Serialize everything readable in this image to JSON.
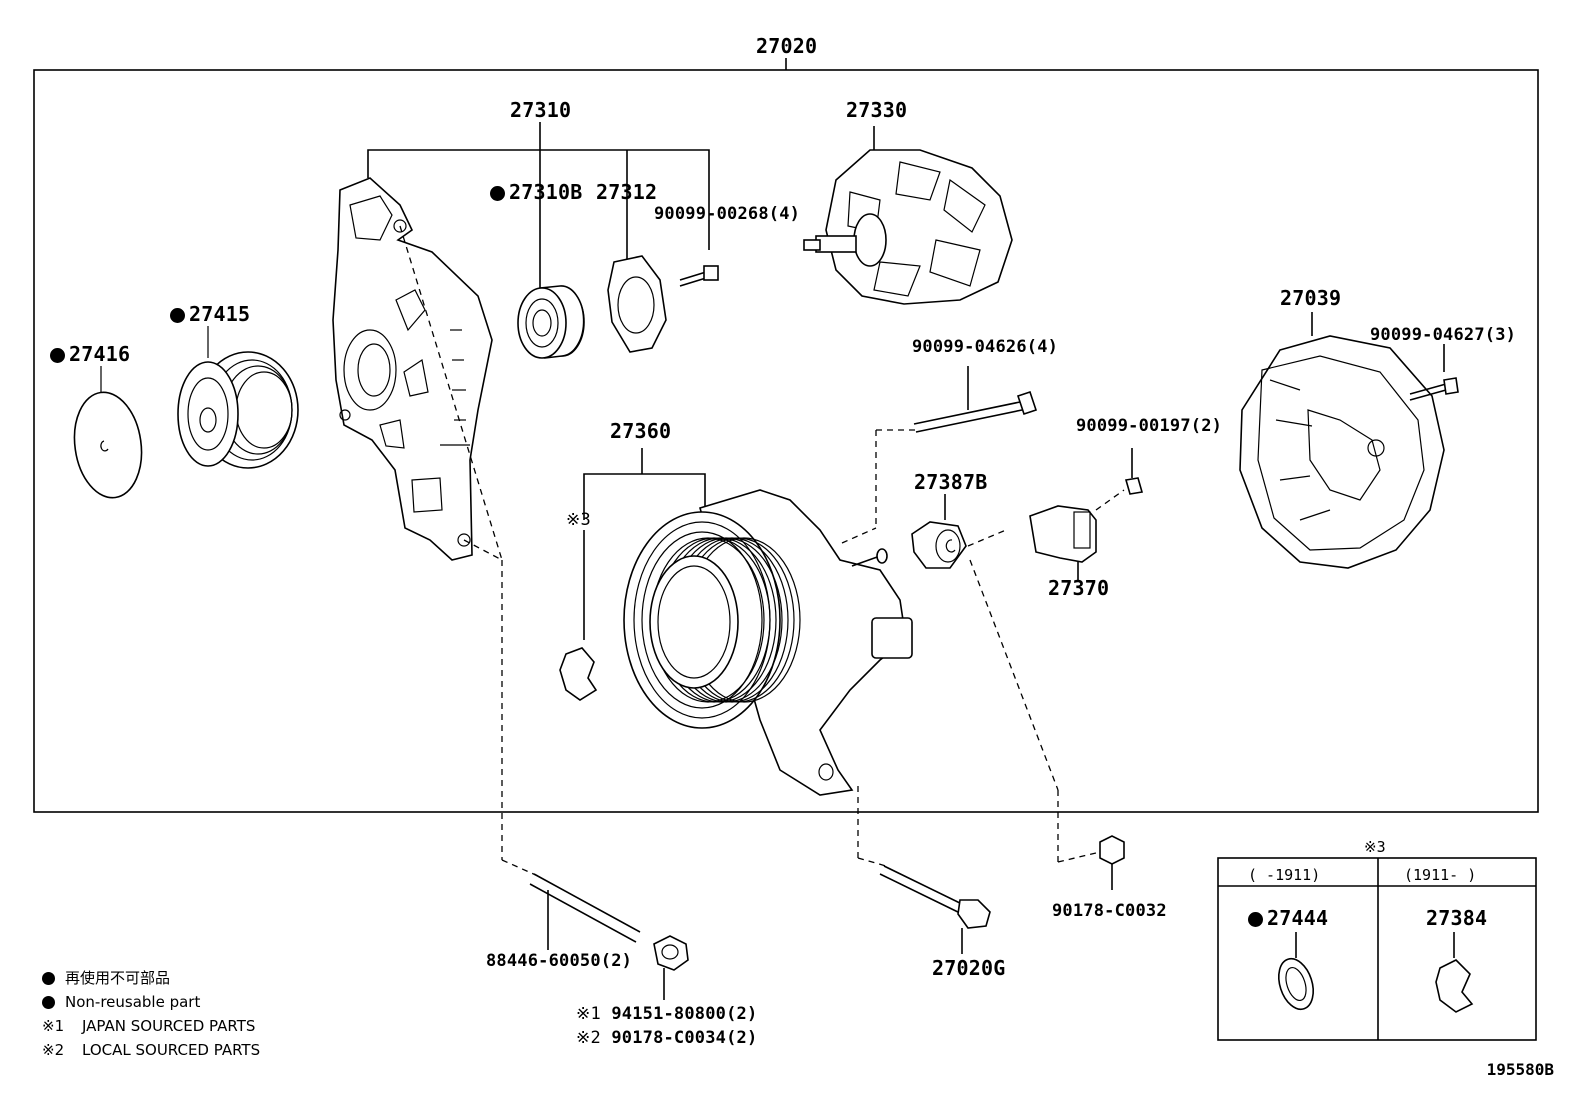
{
  "assembly": {
    "part_no": "27020"
  },
  "parts": {
    "p27310": "27310",
    "p27310B": "27310B",
    "p27312": "27312",
    "bolt_00268": "90099-00268(4)",
    "p27330": "27330",
    "p27415": "27415",
    "p27416": "27416",
    "p27039": "27039",
    "bolt_04627": "90099-04627(3)",
    "bolt_04626": "90099-04626(4)",
    "p27360": "27360",
    "note3_marker": "※3",
    "screw_00197": "90099-00197(2)",
    "p27387B": "27387B",
    "p27370": "27370",
    "nut_C0032": "90178-C0032",
    "stud_88446": "88446-60050(2)",
    "nut_94151": "94151-80800(2)",
    "nut_C0034": "90178-C0034(2)",
    "p27020G": "27020G",
    "mark1": "※1",
    "mark2": "※2"
  },
  "inset": {
    "marker": "※3",
    "col1_header": "(    -1911)",
    "col2_header": "(1911-    )",
    "col1_part": "27444",
    "col2_part": "27384"
  },
  "legend": {
    "non_reusable_jp": "再使用不可部品",
    "non_reusable_en": "Non-reusable part",
    "note1_mark": "※1",
    "note1_text": "JAPAN SOURCED PARTS",
    "note2_mark": "※2",
    "note2_text": "LOCAL SOURCED PARTS"
  },
  "figure_ref": "195580B"
}
